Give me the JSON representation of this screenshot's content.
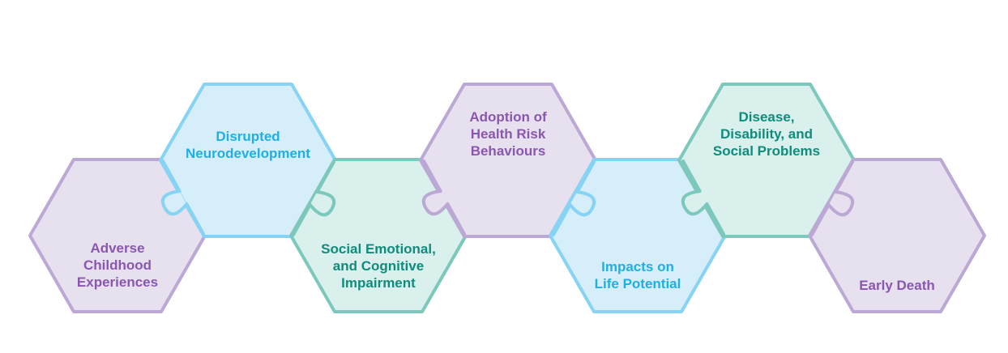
{
  "colors": {
    "purple_fill": "#E7E0EF",
    "purple_stroke": "#BCA8D4",
    "purple_text": "#8A57B0",
    "blue_fill": "#D5EEFA",
    "blue_stroke": "#86D3F3",
    "blue_text": "#1EAFE6",
    "teal_fill": "#D9F0EC",
    "teal_stroke": "#7DC8BC",
    "teal_text": "#0F8C7C"
  },
  "steps": [
    {
      "theme": "purple",
      "icon": "hexagon-puzzle-piece",
      "lines": [
        "Adverse",
        "Childhood",
        "Experiences"
      ]
    },
    {
      "theme": "blue",
      "icon": "hexagon-puzzle-piece",
      "lines": [
        "Disrupted",
        "Neurodevelopment"
      ]
    },
    {
      "theme": "teal",
      "icon": "hexagon-puzzle-piece",
      "lines": [
        "Social Emotional,",
        "and Cognitive",
        "Impairment"
      ]
    },
    {
      "theme": "purple",
      "icon": "hexagon-puzzle-piece",
      "lines": [
        "Adoption of",
        "Health Risk",
        "Behaviours"
      ]
    },
    {
      "theme": "blue",
      "icon": "hexagon-puzzle-piece",
      "lines": [
        "Impacts on",
        "Life Potential"
      ]
    },
    {
      "theme": "teal",
      "icon": "hexagon-puzzle-piece",
      "lines": [
        "Disease,",
        "Disability, and",
        "Social Problems"
      ]
    },
    {
      "theme": "purple",
      "icon": "hexagon-puzzle-piece",
      "lines": [
        "Early Death"
      ]
    }
  ]
}
